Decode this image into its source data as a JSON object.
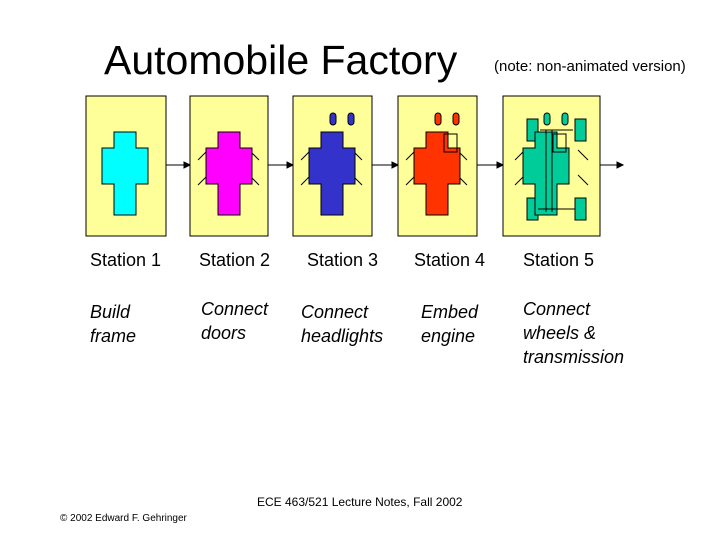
{
  "title": "Automobile Factory",
  "note": "(note: non-animated version)",
  "colors": {
    "panel": "#ffff99",
    "frame": "#00ffff",
    "doors": "#ff00ff",
    "headlights": "#3333cc",
    "engine": "#ff3300",
    "transmission": "#00cc99",
    "accent": "#003399"
  },
  "stations": [
    {
      "name": "Station 1",
      "task": "Build\nframe"
    },
    {
      "name": "Station 2",
      "task": "Connect\ndoors"
    },
    {
      "name": "Station 3",
      "task": "Connect\nheadlights"
    },
    {
      "name": "Station 4",
      "task": "Embed\nengine"
    },
    {
      "name": "Station 5",
      "task": "Connect\nwheels &\ntransmission"
    }
  ],
  "footer": {
    "copyright": "© 2002 Edward F. Gehringer",
    "course": "ECE 463/521 Lecture Notes, Fall 2002"
  }
}
